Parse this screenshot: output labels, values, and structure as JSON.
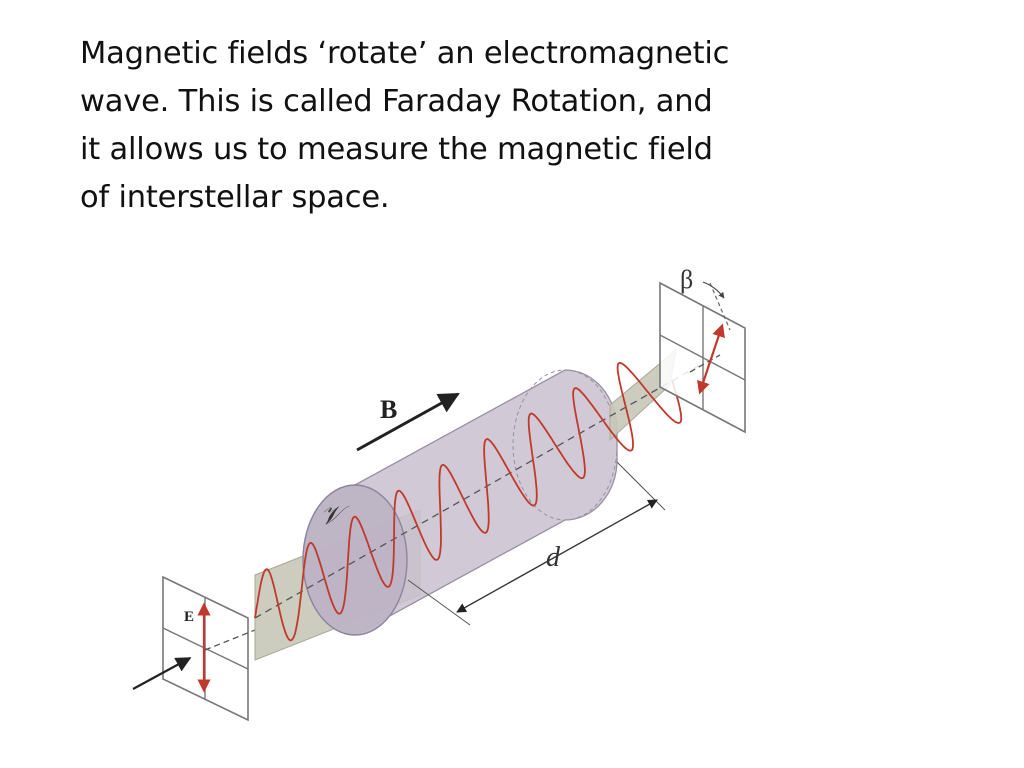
{
  "caption": {
    "lines": [
      "Magnetic fields ‘rotate’ an electromagnetic",
      "wave.  This is called Faraday Rotation, and",
      "it allows us to measure the magnetic field",
      "of interstellar space."
    ]
  },
  "figure": {
    "labels": {
      "field": "B",
      "medium": "𝒱",
      "electric": "E",
      "angle": "β",
      "length": "d"
    },
    "colors": {
      "wave": "#c0392b",
      "cylinder_fill": "#c9c1cf",
      "plane_fill": "#c8c8b8",
      "ink": "#222222"
    }
  }
}
